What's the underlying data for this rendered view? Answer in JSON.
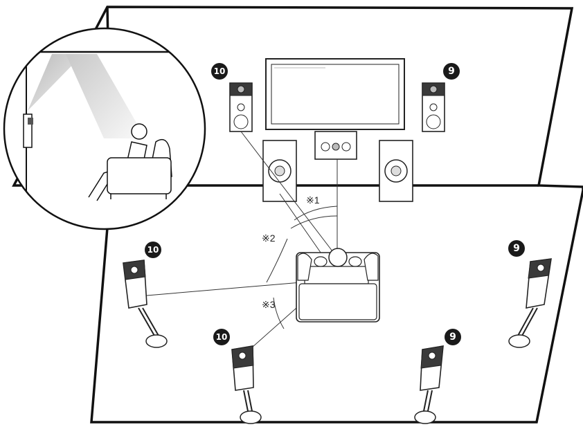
{
  "speakers": {
    "front_high_left": {
      "number": "10"
    },
    "front_high_right": {
      "number": "9"
    },
    "surround_left": {
      "number": "10"
    },
    "surround_right": {
      "number": "9"
    },
    "surround_back_left": {
      "number": "10"
    },
    "surround_back_right": {
      "number": "9"
    }
  },
  "notes": {
    "angle_1": "※1",
    "angle_2": "※2",
    "angle_3": "※3"
  },
  "icons": [
    "front-speaker-icon",
    "center-speaker-icon",
    "height-speaker-icon",
    "tv-icon",
    "listener-icon",
    "sofa-icon"
  ],
  "colors": {
    "line": "#333333",
    "badge": "#1a1a1a",
    "speaker_dark": "#3a3a3a"
  }
}
